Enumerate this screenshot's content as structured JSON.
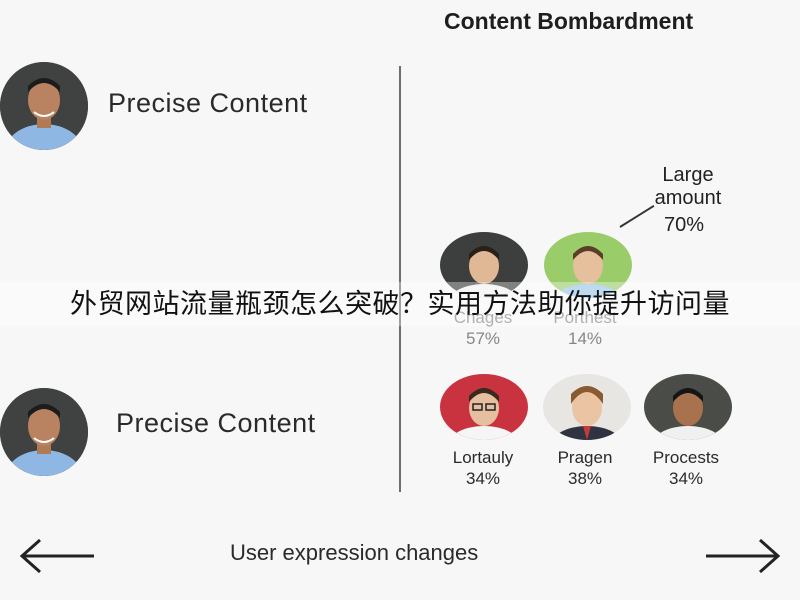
{
  "left_panel": {
    "top_label": "Precise Content",
    "bottom_label": "Precise Content"
  },
  "right_panel": {
    "title": "Content Bombardment",
    "callout": {
      "label": "Large amount",
      "percent": "70%"
    },
    "row1": [
      {
        "name": "Chages",
        "percent": "57%"
      },
      {
        "name": "Porthest",
        "percent": "14%"
      }
    ],
    "row2": [
      {
        "name": "Lortauly",
        "percent": "34%"
      },
      {
        "name": "Pragen",
        "percent": "38%"
      },
      {
        "name": "Procests",
        "percent": "34%"
      }
    ]
  },
  "banner": {
    "text": "外贸网站流量瓶颈怎么突破？实用方法助你提升访问量"
  },
  "footer": {
    "caption": "User expression changes"
  },
  "colors": {
    "background": "#f7f7f7",
    "divider": "#6e6e6e",
    "text": "#222222"
  },
  "icons": {
    "left_arrow": "arrow-left-icon",
    "right_arrow": "arrow-right-icon"
  }
}
